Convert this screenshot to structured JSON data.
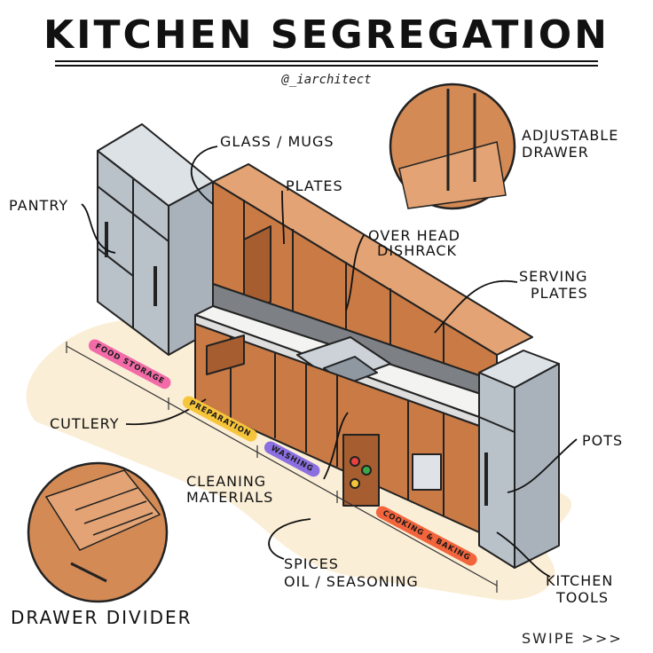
{
  "title": "KITCHEN SEGREGATION",
  "handle": "@_iarchitect",
  "labels": {
    "pantry": "PANTRY",
    "glass_mugs": "GLASS / MUGS",
    "plates": "PLATES",
    "over_head_dishrack_1": "OVER HEAD",
    "over_head_dishrack_2": "DISHRACK",
    "adjustable_drawer_1": "ADJUSTABLE",
    "adjustable_drawer_2": "DRAWER",
    "serving_plates_1": "SERVING",
    "serving_plates_2": "PLATES",
    "cutlery": "CUTLERY",
    "pots": "POTS",
    "cleaning_materials_1": "CLEANING",
    "cleaning_materials_2": "MATERIALS",
    "spices_1": "SPICES",
    "spices_2": "OIL / SEASONING",
    "kitchen_tools_1": "KITCHEN",
    "kitchen_tools_2": "TOOLS",
    "drawer_divider": "DRAWER  DIVIDER"
  },
  "zones": {
    "food_storage": {
      "text": "FOOD STORAGE",
      "color": "#f26ba8"
    },
    "preparation": {
      "text": "PREPARATION",
      "color": "#f7c53a"
    },
    "washing": {
      "text": "WASHING",
      "color": "#8b6fe0"
    },
    "cooking_baking": {
      "text": "COOKING & BAKING",
      "color": "#f2643c"
    }
  },
  "swipe": "SWIPE >>>",
  "colors": {
    "floor": "#fbeed6",
    "wood": "#c97a45",
    "wood_dark": "#a65d2f",
    "steel": "#c4ccd3",
    "steel_dark": "#a4aeb8",
    "counter": "#f3f3f1",
    "backsplash": "#7d8084"
  }
}
